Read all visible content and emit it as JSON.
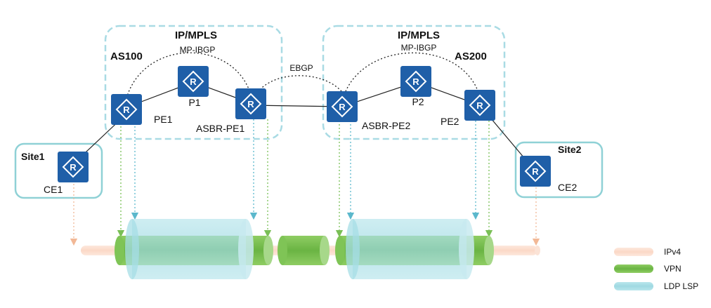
{
  "regions": {
    "as100": {
      "title": "IP/MPLS",
      "as_label": "AS100",
      "ibgp_label": "MP-IBGP"
    },
    "as200": {
      "title": "IP/MPLS",
      "as_label": "AS200",
      "ibgp_label": "MP-IBGP"
    }
  },
  "ebgp_label": "EBGP",
  "sites": {
    "site1": "Site1",
    "site2": "Site2"
  },
  "routers": {
    "ce1": "CE1",
    "pe1": "PE1",
    "p1": "P1",
    "asbr_pe1": "ASBR-PE1",
    "asbr_pe2": "ASBR-PE2",
    "p2": "P2",
    "pe2": "PE2",
    "ce2": "CE2"
  },
  "router_icon_glyph": "R",
  "legend": {
    "ipv4": "IPv4",
    "vpn": "VPN",
    "ldp": "LDP LSP"
  },
  "colors": {
    "router": "#1f5fa8",
    "region_border": "#a9dbe4",
    "site_border": "#8fd1d6",
    "ipv4": "#f9d9c9",
    "vpn": "#7abf56",
    "ldp": "#a6dde6"
  }
}
